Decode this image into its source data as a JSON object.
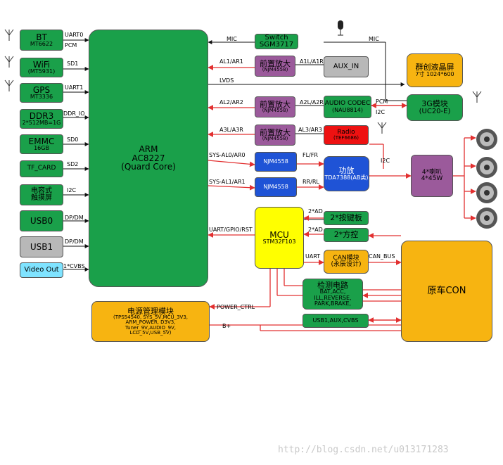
{
  "blocks": {
    "bt": {
      "name": "BT",
      "sub": "MT6622"
    },
    "wifi": {
      "name": "WiFi",
      "sub": "(MT5931)"
    },
    "gps": {
      "name": "GPS",
      "sub": "MT3336"
    },
    "ddr3": {
      "name": "DDR3",
      "sub": "2*512MB=1G"
    },
    "emmc": {
      "name": "EMMC",
      "sub": "16GB"
    },
    "tfcard": {
      "name": "TF_CARD"
    },
    "touch": {
      "line1": "电容式",
      "line2": "触摸屏"
    },
    "usb0": {
      "name": "USB0"
    },
    "usb1": {
      "name": "USB1"
    },
    "videoout": {
      "name": "Video Out"
    },
    "arm": {
      "line1": "ARM",
      "line2": "AC8227",
      "line3": "(Quard Core)"
    },
    "switch": {
      "line1": "Switch",
      "line2": "SGM3717"
    },
    "pre1": {
      "line1": "前置放大",
      "line2": "(NJM4558)"
    },
    "pre2": {
      "line1": "前置放大",
      "line2": "(NJM4558)"
    },
    "pre3": {
      "line1": "前置放大",
      "line2": "(NJM4558)"
    },
    "auxin": {
      "name": "AUX_IN"
    },
    "codec": {
      "line1": "AUDIO CODEC",
      "line2": "(NAU8814)"
    },
    "radio": {
      "line1": "Radio",
      "line2": "(TEF6686)"
    },
    "njm1": {
      "name": "NJM4558"
    },
    "njm2": {
      "name": "NJM4558"
    },
    "amp": {
      "line1": "功放",
      "line2": "TDA7388(AB类)"
    },
    "spk": {
      "line1": "4*喇叭",
      "line2": "4*45W"
    },
    "lcd": {
      "line1": "群创液晶屏",
      "line2": "7寸 1024*600"
    },
    "g3": {
      "line1": "3G模块",
      "line2": "(UC20-E)"
    },
    "mcu": {
      "line1": "MCU",
      "line2": "STM32F103"
    },
    "keys": {
      "name": "2*按键板"
    },
    "dir": {
      "name": "2*方控"
    },
    "can": {
      "line1": "CAN模块",
      "line2": "(永辰设计)"
    },
    "detect": {
      "line1": "检测电路",
      "line2": "BAT,ACC,",
      "line3": "ILL,REVERSE,",
      "line4": "PARK,BRAKE,"
    },
    "usbaux": {
      "name": "USB1,AUX,CVBS"
    },
    "carcon": {
      "name": "原车CON"
    },
    "power": {
      "line1": "电源管理模块",
      "line2": "(TPS54540, SYS_5V,MCU_3V3,",
      "line3": "ARM_POWER, D3V3,",
      "line4": "Tuner_9V,AUDIO_9V,",
      "line5": "LCD_5V,USB_5V)"
    }
  },
  "labels": {
    "uart0": "UART0",
    "pcm1": "PCM",
    "sd1": "SD1",
    "uart1": "UART1",
    "ddrio": "DDR_IO",
    "sd0": "SD0",
    "sd2": "SD2",
    "i2c1": "I2C",
    "dpdm0": "DP/DM",
    "dpdm1": "DP/DM",
    "cvbs": "1*CVBS",
    "mic1": "MIC",
    "mic2": "MIC",
    "al1": "AL1/AR1",
    "a1l": "A1L/A1R",
    "lvds": "LVDS",
    "al2": "AL2/AR2",
    "a2l": "A2L/A2R",
    "pcm2": "PCM",
    "i2c2": "I2C",
    "a3l": "A3L/A3R",
    "al3": "AL3/AR3",
    "sys0": "SYS-AL0/AR0",
    "flfr": "FL/FR",
    "sys1": "SYS-AL1/AR1",
    "rrrl": "RR/RL",
    "i2c3": "I2C",
    "ad1": "2*AD",
    "ad2": "2*AD",
    "uartgpio": "UART/GPIO/RST",
    "uart2": "UART",
    "canbus": "CAN_BUS",
    "powerctrl": "POWER_CTRL",
    "bplus": "B+"
  },
  "watermark": "http://blog.csdn.net/u013171283",
  "colors": {
    "green": "#1aa04a",
    "purple": "#9b5a9b",
    "blue": "#1f53d6",
    "orange": "#f7b411",
    "yellow": "#ffff00",
    "red": "#ee1111",
    "wire": "#e23030"
  },
  "icons": [
    "antenna-icon",
    "microphone-icon",
    "speaker-icon"
  ]
}
